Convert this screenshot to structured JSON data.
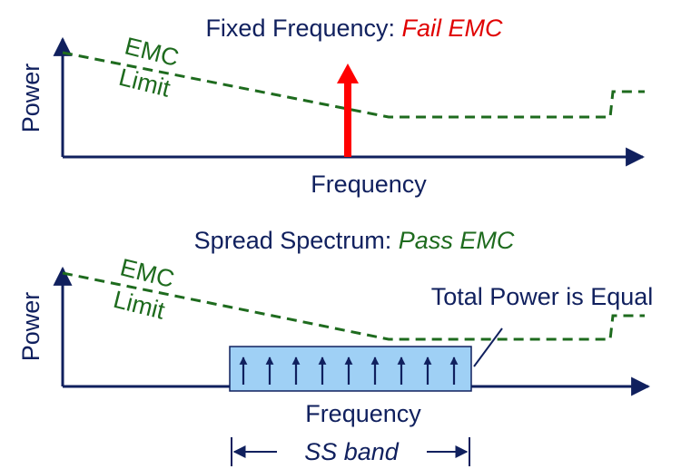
{
  "top_panel": {
    "title_prefix": "Fixed Frequency: ",
    "title_result": "Fail EMC",
    "y_label": "Power",
    "x_label": "Frequency",
    "limit_label_line1": "EMC",
    "limit_label_line2": "Limit"
  },
  "bottom_panel": {
    "title_prefix": "Spread Spectrum: ",
    "title_result": "Pass EMC",
    "y_label": "Power",
    "x_label": "Frequency",
    "limit_label_line1": "EMC",
    "limit_label_line2": "Limit",
    "annotation": "Total Power is Equal",
    "band_label": "SS band"
  },
  "colors": {
    "text": "#10205e",
    "limit": "#1e6b1e",
    "fail": "#e00000",
    "pass": "#1e6b1e",
    "spike": "#ff0000",
    "band_fill": "#9fd0f5"
  }
}
